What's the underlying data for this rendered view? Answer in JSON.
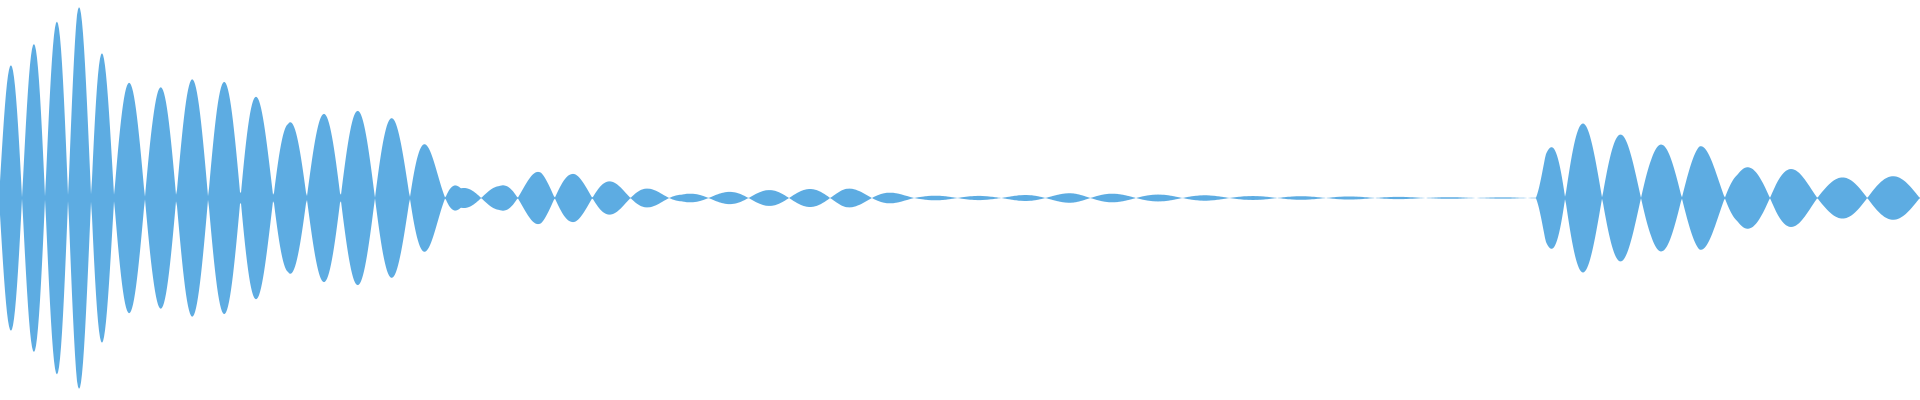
{
  "waveform": {
    "color": "#5DACE2",
    "background": "#FFFFFF",
    "envelope": [
      {
        "t": 0.0,
        "a": 0.62
      },
      {
        "t": 0.02,
        "a": 0.8
      },
      {
        "t": 0.04,
        "a": 0.99
      },
      {
        "t": 0.06,
        "a": 0.6
      },
      {
        "t": 0.08,
        "a": 0.55
      },
      {
        "t": 0.1,
        "a": 0.6
      },
      {
        "t": 0.125,
        "a": 0.58
      },
      {
        "t": 0.15,
        "a": 0.38
      },
      {
        "t": 0.175,
        "a": 0.44
      },
      {
        "t": 0.195,
        "a": 0.44
      },
      {
        "t": 0.215,
        "a": 0.36
      },
      {
        "t": 0.232,
        "a": 0.14
      },
      {
        "t": 0.24,
        "a": 0.05
      },
      {
        "t": 0.26,
        "a": 0.06
      },
      {
        "t": 0.282,
        "a": 0.14
      },
      {
        "t": 0.3,
        "a": 0.12
      },
      {
        "t": 0.33,
        "a": 0.06
      },
      {
        "t": 0.355,
        "a": 0.02
      },
      {
        "t": 0.4,
        "a": 0.04
      },
      {
        "t": 0.44,
        "a": 0.05
      },
      {
        "t": 0.48,
        "a": 0.012
      },
      {
        "t": 0.52,
        "a": 0.01
      },
      {
        "t": 0.56,
        "a": 0.025
      },
      {
        "t": 0.6,
        "a": 0.018
      },
      {
        "t": 0.65,
        "a": 0.01
      },
      {
        "t": 0.7,
        "a": 0.008
      },
      {
        "t": 0.75,
        "a": 0.004
      },
      {
        "t": 0.78,
        "a": 0.003
      },
      {
        "t": 0.8,
        "a": 0.004
      },
      {
        "t": 0.805,
        "a": 0.22
      },
      {
        "t": 0.815,
        "a": 0.4
      },
      {
        "t": 0.835,
        "a": 0.35
      },
      {
        "t": 0.86,
        "a": 0.27
      },
      {
        "t": 0.885,
        "a": 0.27
      },
      {
        "t": 0.905,
        "a": 0.15
      },
      {
        "t": 0.925,
        "a": 0.17
      },
      {
        "t": 0.95,
        "a": 0.1
      },
      {
        "t": 0.975,
        "a": 0.11
      },
      {
        "t": 1.0,
        "a": 0.11
      }
    ]
  }
}
